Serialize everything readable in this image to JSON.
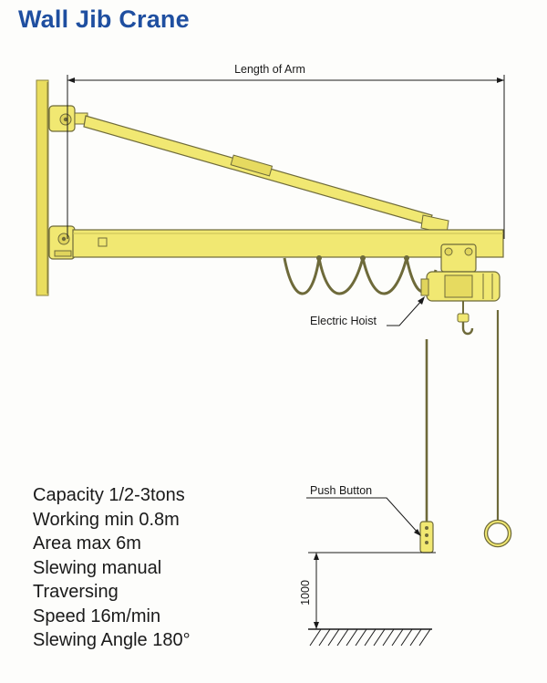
{
  "title": "Wall Jib Crane",
  "labels": {
    "length_of_arm": "Length of Arm",
    "electric_hoist": "Electric Hoist",
    "push_button": "Push Button",
    "height_dimension": "1000"
  },
  "specs": [
    "Capacity 1/2-3tons",
    "Working min 0.8m",
    "Area max 6m",
    "Slewing manual",
    "Traversing",
    "Speed 16m/min",
    "Slewing Angle 180°"
  ],
  "colors": {
    "crane_yellow": "#f1e872",
    "crane_outline": "#6e6a3a",
    "title_blue": "#1f4fa0",
    "line": "#1a1a1a",
    "wall": "#e9dd5e"
  }
}
